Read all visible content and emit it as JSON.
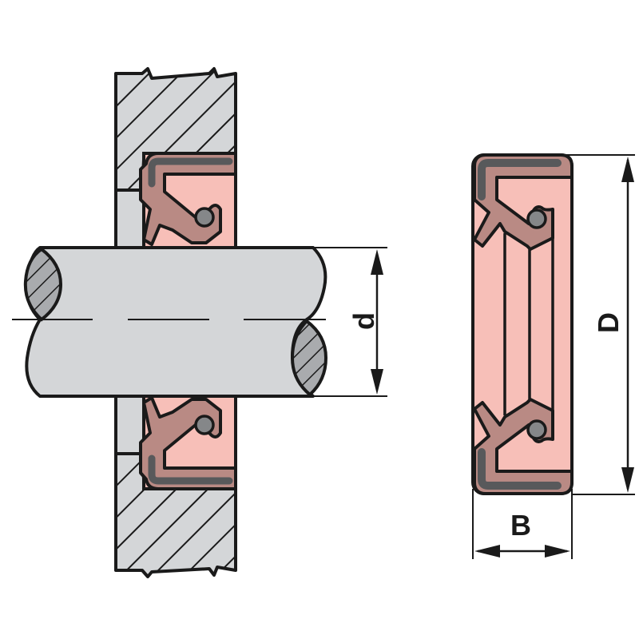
{
  "diagram": {
    "type": "shaft-seal-technical-drawing",
    "views": [
      "installed-section-view",
      "seal-cross-section-view"
    ],
    "labels": {
      "shaft_diameter": "d",
      "outer_diameter": "D",
      "width": "B"
    },
    "colors": {
      "housing_fill": "#d4d6d8",
      "shaft_fill": "#d4d6d8",
      "rubber_body": "#b98a84",
      "seal_cavity": "#f7bfb8",
      "metal_insert": "#58595b",
      "spring": "#858789",
      "outline": "#1a1a1a",
      "section_hatch_fill": "#a9abae"
    }
  }
}
